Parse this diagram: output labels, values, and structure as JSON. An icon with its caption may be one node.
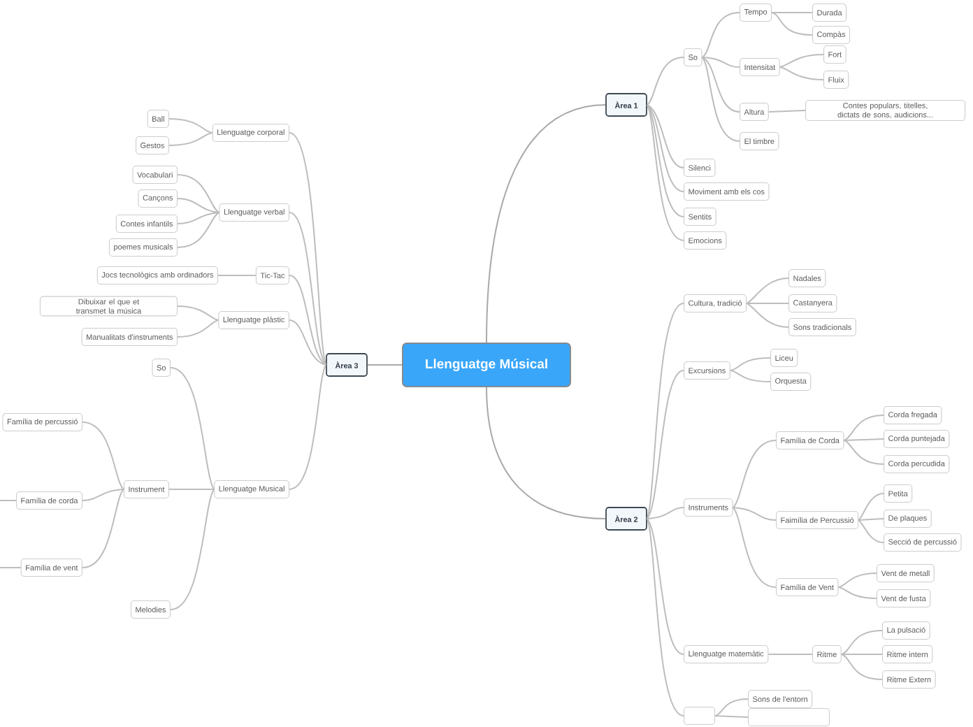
{
  "diagram": {
    "nodes": [
      {
        "text": [
          "Llenguatge Músical"
        ]
      },
      {
        "text": [
          "Àrea 1"
        ]
      },
      {
        "text": [
          "So"
        ]
      },
      {
        "text": [
          "Tempo"
        ]
      },
      {
        "text": [
          "Durada"
        ]
      },
      {
        "text": [
          "Compàs"
        ]
      },
      {
        "text": [
          "Intensitat"
        ]
      },
      {
        "text": [
          "Fort"
        ]
      },
      {
        "text": [
          "Fluix"
        ]
      },
      {
        "text": [
          "Altura"
        ]
      },
      {
        "text": [
          "Contes populars, titelles, dictats de sons, audicions..."
        ]
      },
      {
        "text": [
          "El timbre"
        ]
      },
      {
        "text": [
          "Silenci"
        ]
      },
      {
        "text": [
          "Moviment amb els cos"
        ]
      },
      {
        "text": [
          "Sentits"
        ]
      },
      {
        "text": [
          "Emocions"
        ]
      },
      {
        "text": [
          "Àrea 2"
        ]
      },
      {
        "text": [
          "Cultura, tradició"
        ]
      },
      {
        "text": [
          "Nadales"
        ]
      },
      {
        "text": [
          "Castanyera"
        ]
      },
      {
        "text": [
          "Sons tradicionals"
        ]
      },
      {
        "text": [
          "Excursions"
        ]
      },
      {
        "text": [
          "Liceu"
        ]
      },
      {
        "text": [
          "Orquesta"
        ]
      },
      {
        "text": [
          "Instruments"
        ]
      },
      {
        "text": [
          "Família de Corda"
        ]
      },
      {
        "text": [
          "Corda fregada"
        ]
      },
      {
        "text": [
          "Corda puntejada"
        ]
      },
      {
        "text": [
          "Corda percudida"
        ]
      },
      {
        "text": [
          "Faimília de Percussió"
        ]
      },
      {
        "text": [
          "Petita"
        ]
      },
      {
        "text": [
          "De plaques"
        ]
      },
      {
        "text": [
          "Secció de percussió"
        ]
      },
      {
        "text": [
          "Família de Vent"
        ]
      },
      {
        "text": [
          "Vent de metall"
        ]
      },
      {
        "text": [
          "Vent de fusta"
        ]
      },
      {
        "text": [
          "Llenguatge matemàtic"
        ]
      },
      {
        "text": [
          "Ritme"
        ]
      },
      {
        "text": [
          "La pulsació"
        ]
      },
      {
        "text": [
          "Ritme intern"
        ]
      },
      {
        "text": [
          "Ritme Extern"
        ]
      },
      {
        "text": [],
        "shape": "box"
      },
      {
        "text": [
          "Sons de l'entorn"
        ]
      },
      {
        "text": [],
        "shape": "box"
      },
      {
        "text": [
          "Àrea 3"
        ]
      },
      {
        "text": [
          "Llenguatge corporal"
        ]
      },
      {
        "text": [
          "Ball"
        ]
      },
      {
        "text": [
          "Gestos"
        ]
      },
      {
        "text": [
          "Llenguatge verbal"
        ]
      },
      {
        "text": [
          "Vocabulari"
        ]
      },
      {
        "text": [
          "Cançons"
        ]
      },
      {
        "text": [
          "Contes infantils"
        ]
      },
      {
        "text": [
          "poemes musicals"
        ]
      },
      {
        "text": [
          "Tic-Tac"
        ]
      },
      {
        "text": [
          "Jocs tecnològics amb ordinadors"
        ]
      },
      {
        "text": [
          "Llenguatge plàstic"
        ]
      },
      {
        "text": [
          "Dibuixar el que et transmet la música"
        ]
      },
      {
        "text": [
          "Manualitats d'instruments"
        ]
      },
      {
        "text": [
          "Llenguatge Musical"
        ]
      },
      {
        "text": [
          "So"
        ]
      },
      {
        "text": [
          "Instrument"
        ]
      },
      {
        "text": [
          "Família de percussió"
        ]
      },
      {
        "text": [
          "Família de corda"
        ]
      },
      {
        "text": [
          "Família de vent"
        ]
      },
      {
        "text": [
          "Melodies"
        ]
      }
    ],
    "edges": [
      {
        "from": 0,
        "to": 1,
        "arrow": "none",
        "color": "#a9a9a9"
      },
      {
        "from": 0,
        "to": 16,
        "arrow": "none",
        "color": "#a9a9a9"
      },
      {
        "from": 0,
        "to": 44,
        "arrow": "none",
        "color": "#a9a9a9"
      },
      {
        "from": 1,
        "to": 2,
        "arrow": "none"
      },
      {
        "from": 1,
        "to": 12,
        "arrow": "none"
      },
      {
        "from": 1,
        "to": 13,
        "arrow": "none"
      },
      {
        "from": 1,
        "to": 14,
        "arrow": "none"
      },
      {
        "from": 1,
        "to": 15,
        "arrow": "none"
      },
      {
        "from": 2,
        "to": 3,
        "arrow": "none"
      },
      {
        "from": 2,
        "to": 6,
        "arrow": "none"
      },
      {
        "from": 2,
        "to": 9,
        "arrow": "none"
      },
      {
        "from": 2,
        "to": 11,
        "arrow": "none"
      },
      {
        "from": 3,
        "to": 4,
        "arrow": "none"
      },
      {
        "from": 3,
        "to": 5,
        "arrow": "none"
      },
      {
        "from": 6,
        "to": 7,
        "arrow": "none"
      },
      {
        "from": 6,
        "to": 8,
        "arrow": "none"
      },
      {
        "from": 9,
        "to": 10,
        "arrow": "none"
      },
      {
        "from": 16,
        "to": 17,
        "arrow": "none"
      },
      {
        "from": 16,
        "to": 21,
        "arrow": "none"
      },
      {
        "from": 16,
        "to": 24,
        "arrow": "none"
      },
      {
        "from": 16,
        "to": 36,
        "arrow": "none"
      },
      {
        "from": 16,
        "to": 41,
        "arrow": "none"
      },
      {
        "from": 17,
        "to": 18,
        "arrow": "none"
      },
      {
        "from": 17,
        "to": 19,
        "arrow": "none"
      },
      {
        "from": 17,
        "to": 20,
        "arrow": "none"
      },
      {
        "from": 21,
        "to": 22,
        "arrow": "none"
      },
      {
        "from": 21,
        "to": 23,
        "arrow": "none"
      },
      {
        "from": 24,
        "to": 25,
        "arrow": "none"
      },
      {
        "from": 24,
        "to": 29,
        "arrow": "none"
      },
      {
        "from": 24,
        "to": 33,
        "arrow": "none"
      },
      {
        "from": 25,
        "to": 26,
        "arrow": "none"
      },
      {
        "from": 25,
        "to": 27,
        "arrow": "none"
      },
      {
        "from": 25,
        "to": 28,
        "arrow": "none"
      },
      {
        "from": 29,
        "to": 30,
        "arrow": "none"
      },
      {
        "from": 29,
        "to": 31,
        "arrow": "none"
      },
      {
        "from": 29,
        "to": 32,
        "arrow": "none"
      },
      {
        "from": 33,
        "to": 34,
        "arrow": "none"
      },
      {
        "from": 33,
        "to": 35,
        "arrow": "none"
      },
      {
        "from": 36,
        "to": 37,
        "arrow": "none"
      },
      {
        "from": 37,
        "to": 38,
        "arrow": "none"
      },
      {
        "from": 37,
        "to": 39,
        "arrow": "none"
      },
      {
        "from": 37,
        "to": 40,
        "arrow": "none"
      },
      {
        "from": 41,
        "to": 42,
        "arrow": "none"
      },
      {
        "from": 41,
        "to": 43,
        "arrow": "none"
      },
      {
        "from": 44,
        "to": 45,
        "arrow": "none"
      },
      {
        "from": 44,
        "to": 48,
        "arrow": "none"
      },
      {
        "from": 44,
        "to": 53,
        "arrow": "none"
      },
      {
        "from": 44,
        "to": 55,
        "arrow": "none"
      },
      {
        "from": 44,
        "to": 58,
        "arrow": "none"
      },
      {
        "from": 45,
        "to": 46,
        "arrow": "none"
      },
      {
        "from": 45,
        "to": 47,
        "arrow": "none"
      },
      {
        "from": 48,
        "to": 49,
        "arrow": "none"
      },
      {
        "from": 48,
        "to": 50,
        "arrow": "none"
      },
      {
        "from": 48,
        "to": 51,
        "arrow": "none"
      },
      {
        "from": 48,
        "to": 52,
        "arrow": "none"
      },
      {
        "from": 53,
        "to": 54,
        "arrow": "none"
      },
      {
        "from": 55,
        "to": 56,
        "arrow": "none"
      },
      {
        "from": 55,
        "to": 57,
        "arrow": "none"
      },
      {
        "from": 58,
        "to": 59,
        "arrow": "none"
      },
      {
        "from": 58,
        "to": 60,
        "arrow": "none"
      },
      {
        "from": 58,
        "to": 64,
        "arrow": "none"
      },
      {
        "from": 60,
        "to": 61,
        "arrow": "none"
      },
      {
        "from": 60,
        "to": 62,
        "arrow": "none"
      },
      {
        "from": 60,
        "to": 63,
        "arrow": "none"
      },
      {
        "from": 62,
        "to": null,
        "arrow": "none"
      },
      {
        "from": 63,
        "to": null,
        "arrow": "none"
      }
    ]
  }
}
